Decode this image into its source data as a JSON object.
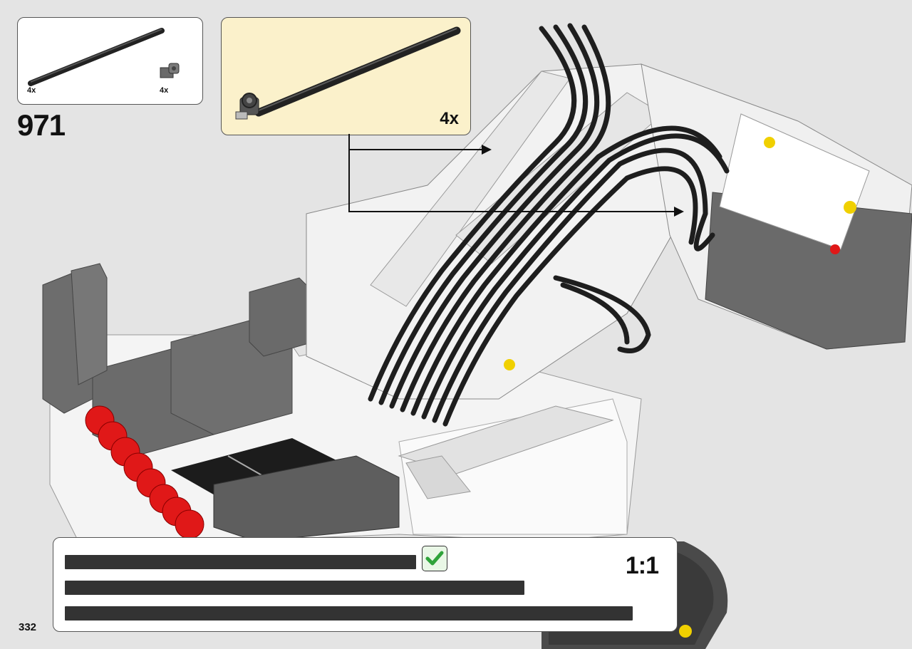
{
  "step": {
    "number": "971"
  },
  "parts_list": {
    "items": [
      {
        "name": "axle-black-long",
        "quantity": "4x"
      },
      {
        "name": "connector-dark-grey",
        "quantity": "4x"
      }
    ]
  },
  "sub_assembly": {
    "quantity": "4x"
  },
  "instruction_box": {
    "scale": "1:1",
    "check_icon": "checkmark-icon"
  },
  "page": {
    "number": "332"
  },
  "colors": {
    "sub_assembly_bg": "#fbf1cb",
    "page_bg": "#e4e4e4",
    "check_green": "#2fa33a",
    "brick_red": "#e01818"
  }
}
